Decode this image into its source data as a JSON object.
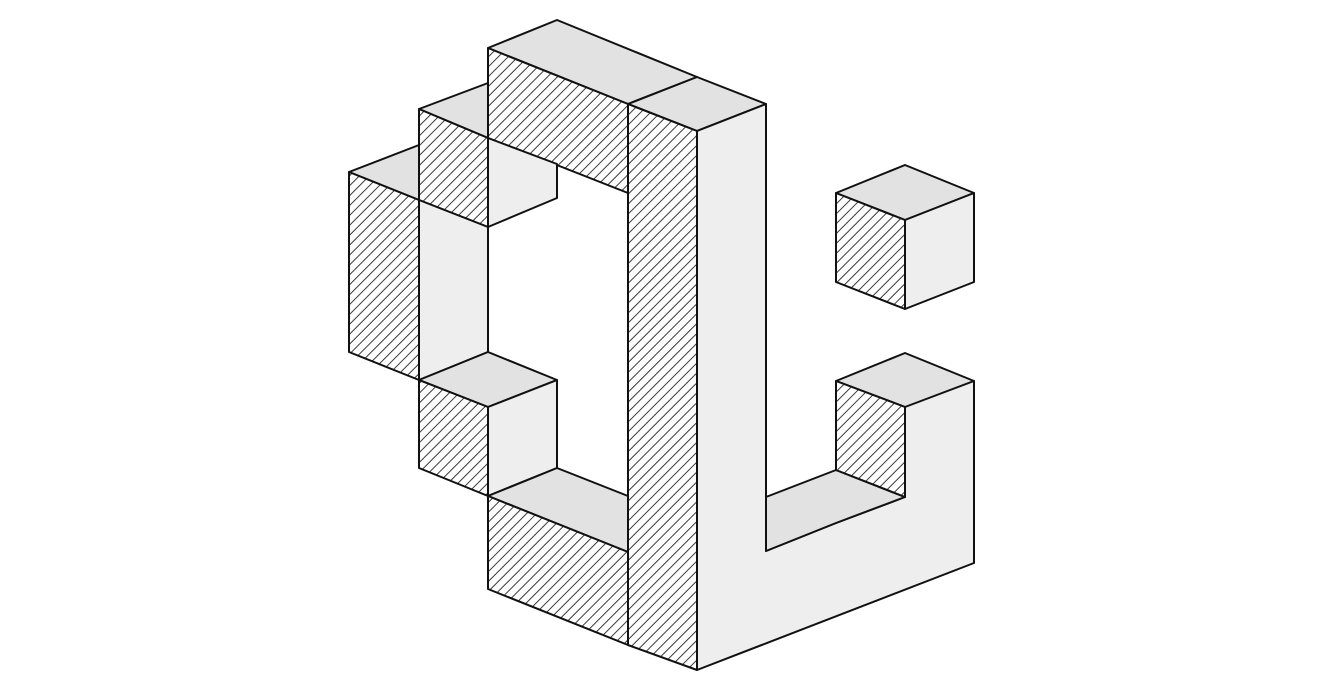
{
  "figure": {
    "description_text": "",
    "colors": {
      "top_face": "#e2e2e2",
      "right_face": "#eeeeee",
      "hatch_background": "#ffffff",
      "hatch_line": "#3a3a3a",
      "edge": "#111111"
    },
    "shapes": [
      "isometric-cube-outline-left-wall",
      "isometric-cube-outline-inner-cube",
      "isometric-cube-outline-pillar",
      "isometric-cube-outline-right-cluster"
    ]
  }
}
